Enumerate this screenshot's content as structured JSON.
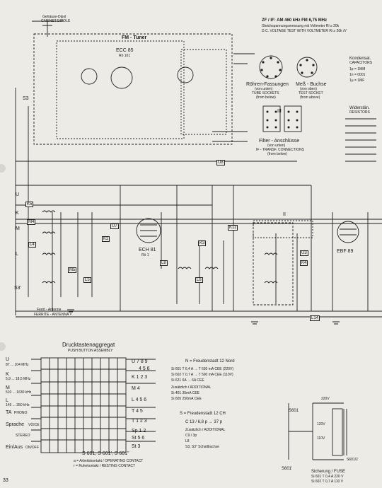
{
  "page_number": "33",
  "header": {
    "zf_line": "ZF / IF: AM 460 kHz FM 6,75 MHz",
    "measure_de": "Gleichspannungsmessung mit Voltmeter Ri ≥ 20k",
    "measure_en": "D.C. VOLTAGE TEST WITH VOLTMETER Ri ≥ 20k /V"
  },
  "fm_tuner": {
    "title": "FM - Tuner",
    "tube": "ECC 85",
    "tube_ref": "Rö 101"
  },
  "top_left": {
    "de": "Gehäuse-Dipol",
    "en": "CABINET DIPOLE"
  },
  "sockets": {
    "tube_de": "Röhren-Fassungen",
    "tube_sub_de": "(von unten)",
    "tube_en": "TUBE SOCKETS",
    "tube_sub_en": "(from below)",
    "meas_de": "Meß - Buchse",
    "meas_sub_de": "(von oben)",
    "meas_en": "TEST SOCKET",
    "meas_sub_en": "(from above)"
  },
  "filter": {
    "de": "Filter - Anschlüsse",
    "sub_de": "(von unten)",
    "en": "IF - TRANSF. CONNECTIONS",
    "sub_en": "(from below)"
  },
  "capacitors_legend": {
    "title": "Kondensat.",
    "sub": "CAPACITORS",
    "rows": [
      "1p = 1MM",
      "1n = 0001",
      "1µ = 1MF"
    ]
  },
  "resistors_legend": {
    "title": "Widerstän.",
    "sub": "RESISTORS"
  },
  "tube_labels": {
    "ech81": "ECH 81",
    "ech81_ref": "Rö 1",
    "ebf89": "EBF 89"
  },
  "antenna": {
    "de": "Ferrit - Antenne",
    "en": "FERRITE - ANTENNA"
  },
  "push_button": {
    "title": "Drucktastenaggregat",
    "subtitle": "PUSH BUTTON ASSEMBLY",
    "bands": [
      {
        "letter": "U",
        "range": "87 ... 104 MHz"
      },
      {
        "letter": "K",
        "range": "5,9 ... 18,5 MHz"
      },
      {
        "letter": "M",
        "range": "510 ... 1630 kHz"
      },
      {
        "letter": "L",
        "range": "145 ... 350 kHz"
      },
      {
        "letter": "TA",
        "range": "PHONO"
      },
      {
        "letter": "Sprache",
        "range": "VOICE"
      },
      {
        "letter": "",
        "range": "STEREO"
      },
      {
        "letter": "Ein/Aus",
        "range": "ON/OFF"
      }
    ],
    "contacts": [
      "U 7 8 9",
      "4 5 6",
      "K 1 2 3",
      "M 4",
      "L 4 5 6",
      "T 4 5",
      "T 1 2 3",
      "Sp 1 2",
      "St 5 6",
      "St 3"
    ],
    "switches_label": "S 601, S 601', S 601\"",
    "legend_a": "a = Arbeitskontakt / OPERATING CONTACT",
    "legend_r": "r = Ruhekontakt / RESTING CONTACT"
  },
  "freudenstadt": {
    "title": "N = Freudenstadt 12 Nord",
    "rows": [
      "Si 601  T 6,4 A  → T 630 mA CEE (220V)",
      "Si 602  T 0,7 A  → T 500 mA CEE (110V)",
      "Si 621      6A   → 6A CEE"
    ],
    "extra_title": "Zusätzlich / ADDITIONAL",
    "extra_rows": [
      "Si 401  35mA CEE",
      "Si 605  250mA CEE"
    ]
  },
  "freudenstadt_ch": {
    "title": "S = Freudenstadt 12 CH",
    "change": "C 13 / 6,8 p → 37 p",
    "extra_title": "Zusätzlich / ADDITIONAL",
    "extra_rows": [
      "C9 / 3p",
      "L8",
      "S3, S3\" Schallbuchse"
    ]
  },
  "fuse": {
    "title": "Sicherung / FUSE",
    "rows": [
      "Si 601  T 0,4 A  220 V",
      "Si 602  T 0,7 A  110 V"
    ],
    "v220": "220V",
    "v120": "120V",
    "v110": "110V"
  },
  "switch_refs": [
    "S601",
    "S601'",
    "S601/2"
  ],
  "component_labels": [
    "U",
    "K",
    "M",
    "L",
    "K5",
    "M4",
    "L4",
    "M5",
    "L5",
    "K2",
    "U7",
    "L8",
    "K3",
    "L6",
    "U3",
    "K4",
    "L14",
    "K11",
    "U8",
    "S3",
    "S3'",
    "II",
    "III"
  ]
}
